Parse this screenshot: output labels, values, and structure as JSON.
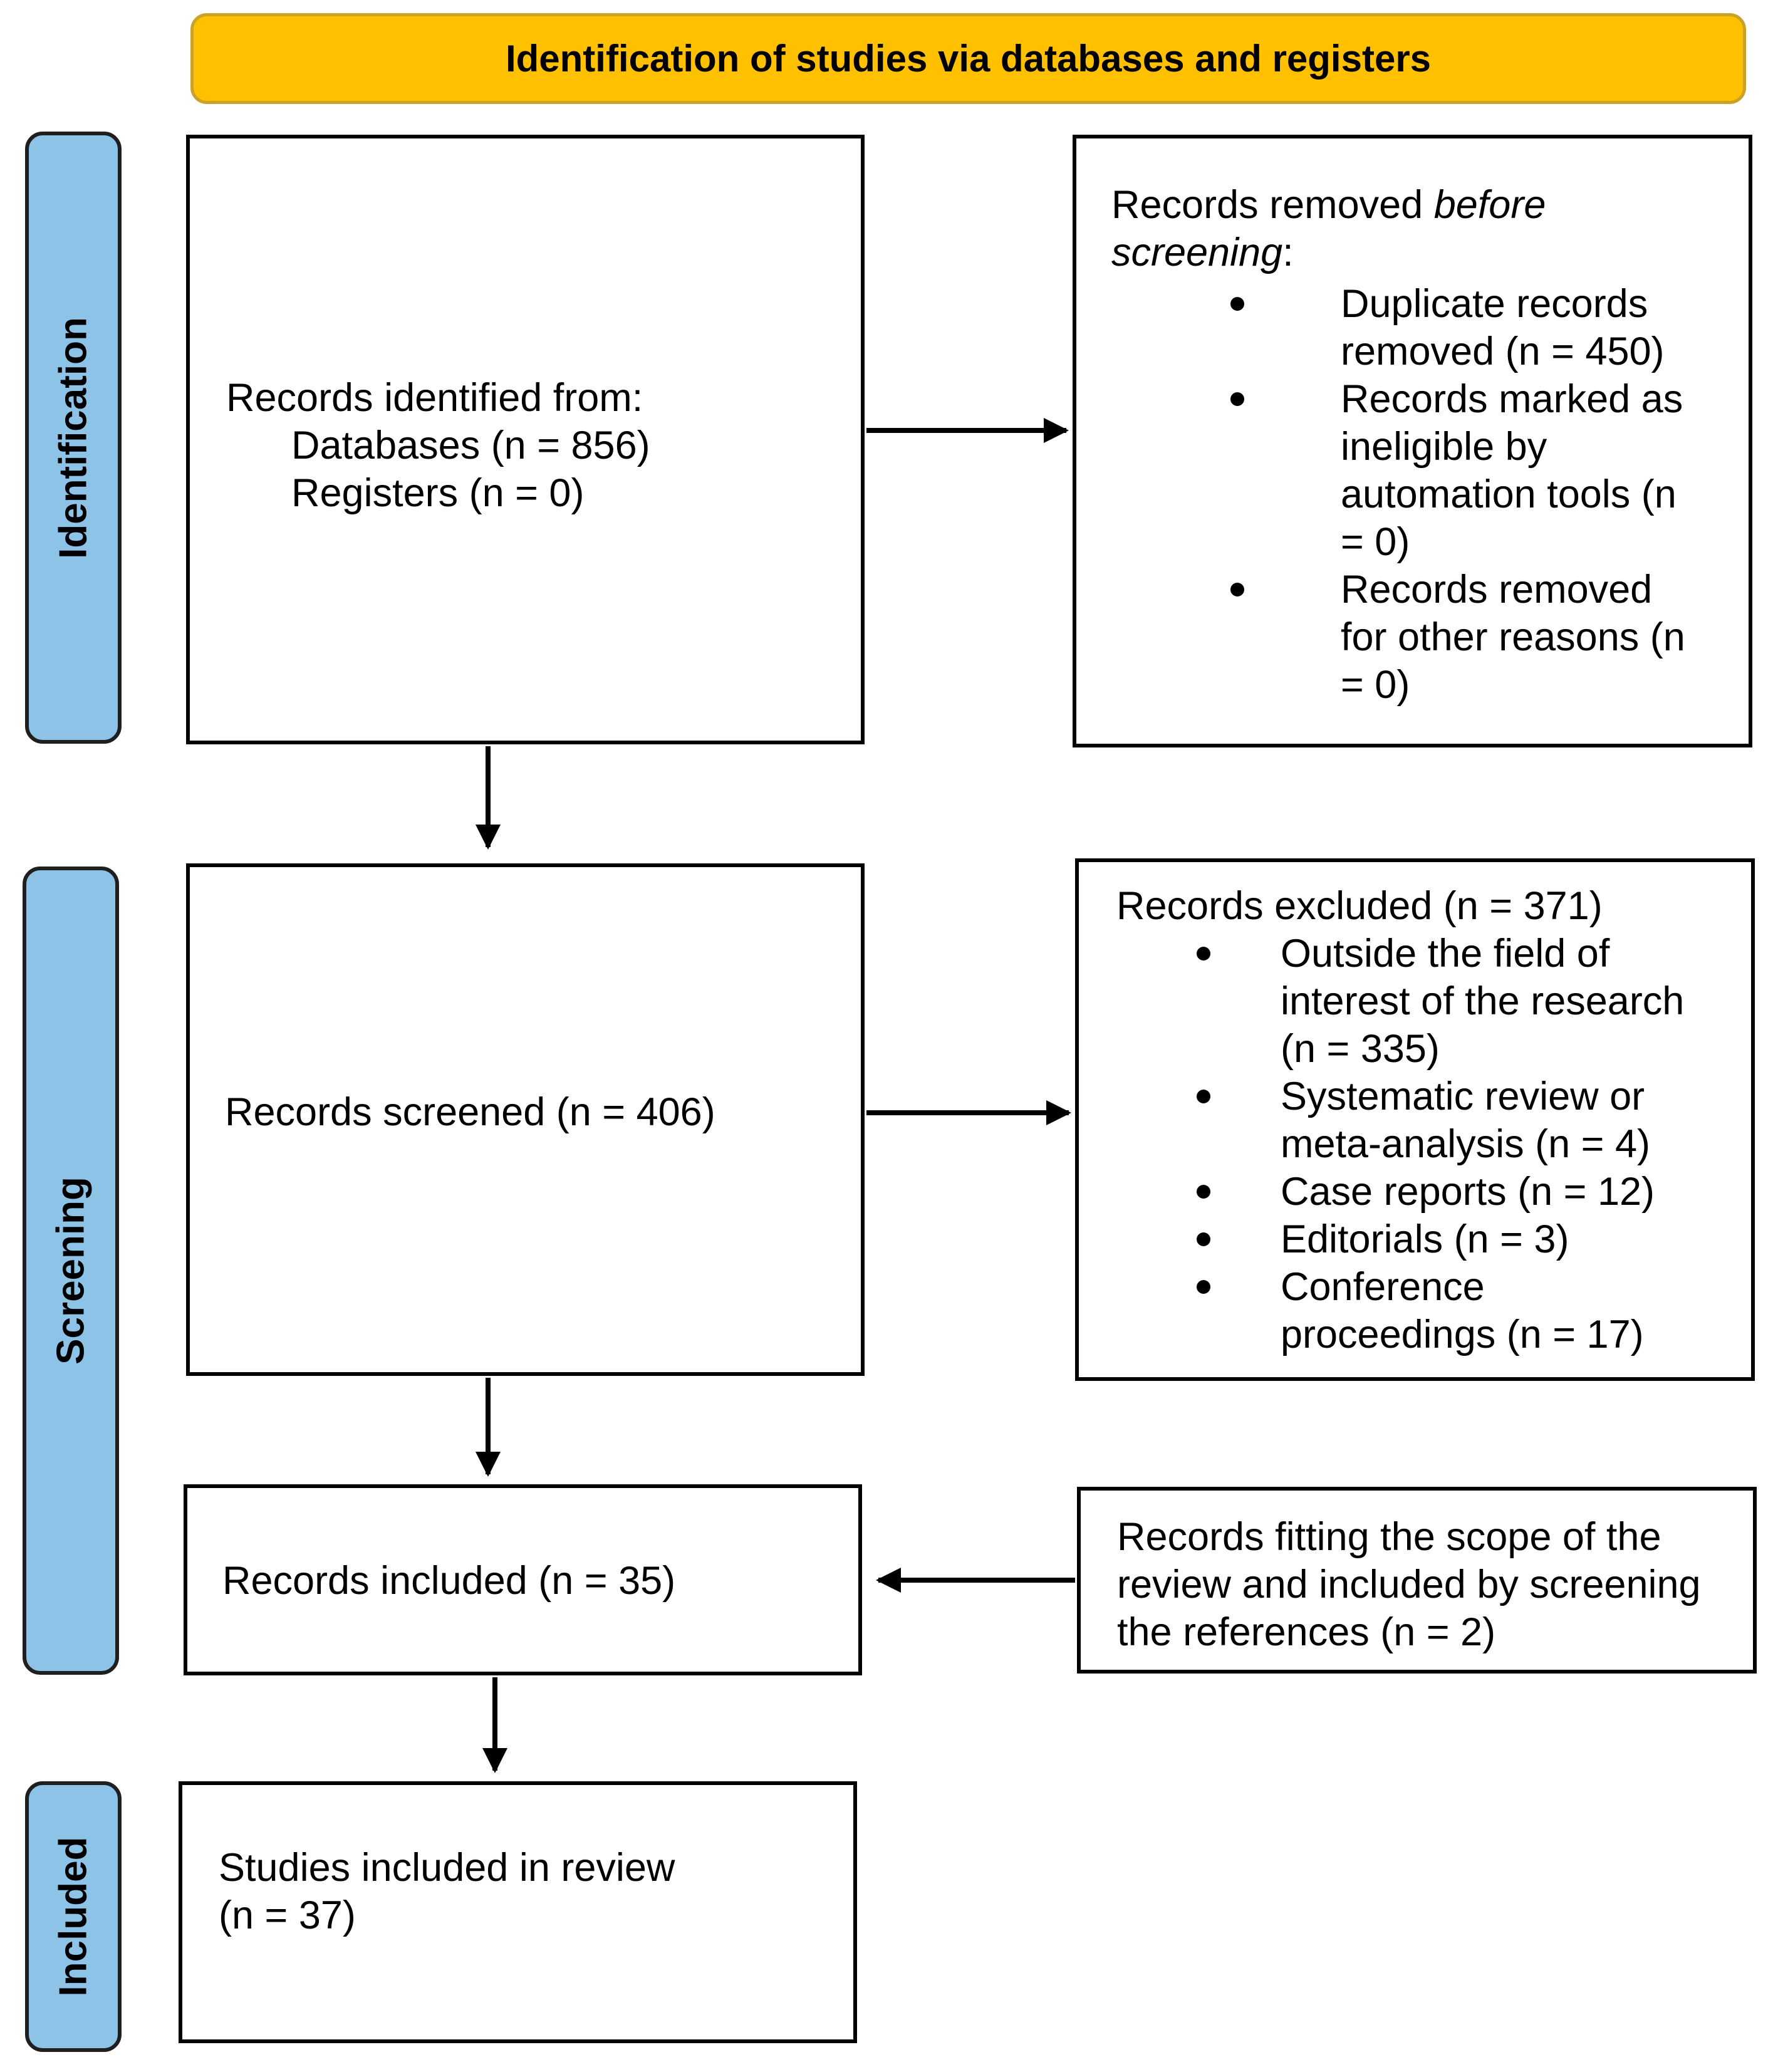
{
  "banner": {
    "title": "Identification of studies via databases and registers"
  },
  "stages": {
    "identification": "Identification",
    "screening": "Screening",
    "included": "Included"
  },
  "identified": {
    "heading": "Records identified from:",
    "databases": "Databases (n = 856)",
    "registers": "Registers (n = 0)"
  },
  "removed": {
    "heading_plain": "Records removed ",
    "heading_italic_1": "before",
    "heading_italic_2": "screening",
    "heading_colon": ":",
    "items": [
      {
        "line1": "Duplicate records",
        "line2": "removed (n = 450)"
      },
      {
        "line1": "Records marked as",
        "line2": "ineligible by",
        "line3": "automation tools (n",
        "line4": "= 0)"
      },
      {
        "line1": "Records removed",
        "line2": "for other reasons (n",
        "line3": "= 0)"
      }
    ]
  },
  "screened": {
    "text": "Records screened (n = 406)"
  },
  "excluded": {
    "heading": "Records excluded (n = 371)",
    "items": [
      {
        "line1": "Outside the field of",
        "line2": "interest of the research",
        "line3": "(n = 335)"
      },
      {
        "line1": "Systematic review or",
        "line2": "meta-analysis (n = 4)"
      },
      {
        "line1": "Case reports (n = 12)"
      },
      {
        "line1": "Editorials (n = 3)"
      },
      {
        "line1": "Conference",
        "line2": "proceedings (n = 17)"
      }
    ]
  },
  "records_included": {
    "text": "Records included (n = 35)"
  },
  "references": {
    "line1": "Records fitting the scope of the",
    "line2": "review and included by screening",
    "line3": "the references (n = 2)"
  },
  "studies_included": {
    "line1": "Studies included in review",
    "line2": "(n = 37)"
  }
}
